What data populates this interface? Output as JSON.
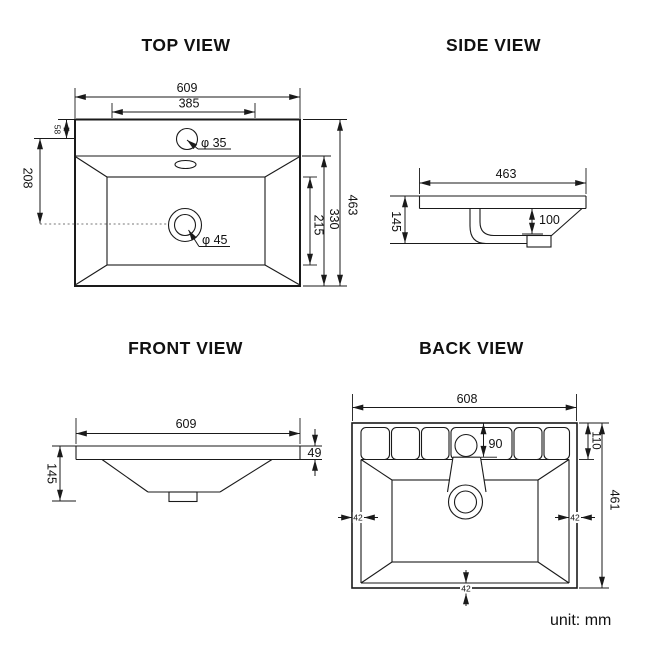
{
  "drawing": {
    "unit_note": "unit: mm",
    "views": {
      "top": {
        "title": "TOP VIEW",
        "overall_width": "609",
        "faucet_span": "385",
        "faucet_offset": "58",
        "drain_offset": "208",
        "overall_depth": "463",
        "bowl_depth": "330",
        "bowl_inner_depth": "215",
        "faucet_hole": "φ 35",
        "drain_hole": "φ 45"
      },
      "side": {
        "title": "SIDE VIEW",
        "depth": "463",
        "height": "145",
        "bowl_inner_height": "100"
      },
      "front": {
        "title": "FRONT VIEW",
        "width": "609",
        "rim_thickness": "49",
        "height": "145"
      },
      "back": {
        "title": "BACK VIEW",
        "width": "608",
        "faucet_zone_height": "90",
        "apron_height": "110",
        "overall_height": "461",
        "gap_left": "42",
        "gap_right": "42",
        "gap_bottom": "42"
      }
    }
  }
}
